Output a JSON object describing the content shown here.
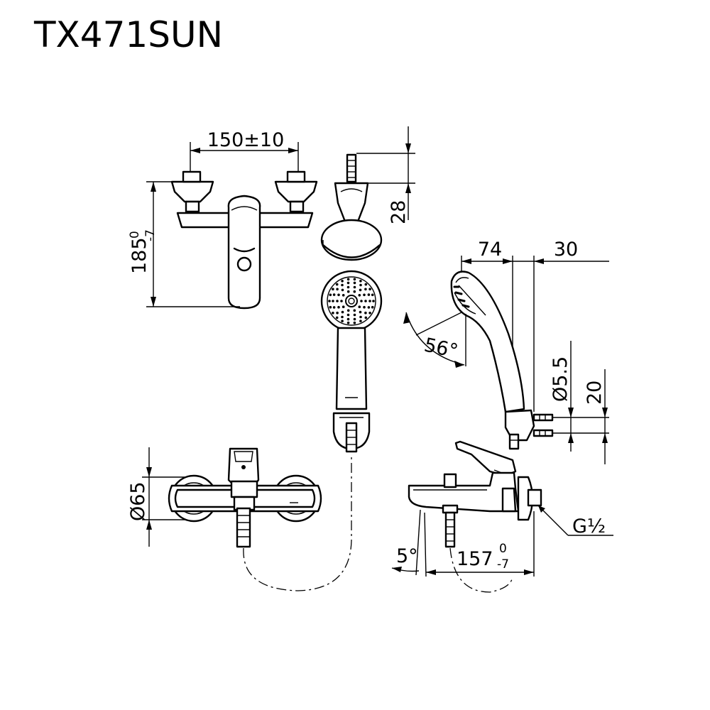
{
  "title": "TX471SUN",
  "dimensions": {
    "center_distance": "150±10",
    "height_main": "185",
    "height_tol_upper": "0",
    "height_tol_lower": "-7",
    "holder_height": "28",
    "offset_74": "74",
    "offset_30": "30",
    "angle_head": "56°",
    "dia_small": "Ø5.5",
    "dim_20": "20",
    "dia_flange": "Ø65",
    "angle_spout": "5°",
    "spout_length": "157",
    "spout_tol_upper": "0",
    "spout_tol_lower": "-7",
    "thread": "G½"
  }
}
